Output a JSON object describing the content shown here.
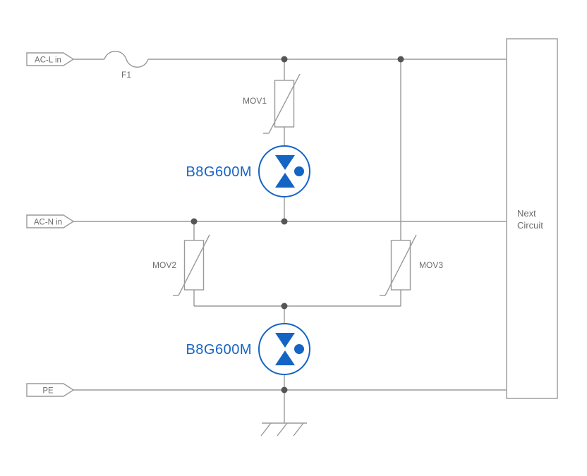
{
  "diagram": {
    "type": "circuit-schematic",
    "description": "AC input surge protection circuit with fuse, varistors and gas discharge tubes",
    "colors": {
      "line": "#9a9a9a",
      "text": "#6e6e6e",
      "dot": "#555555",
      "accent_blue": "#1464c4",
      "background": "#ffffff"
    },
    "ports": [
      {
        "label": "AC-L in"
      },
      {
        "label": "AC-N in"
      },
      {
        "label": "PE"
      }
    ],
    "fuse": {
      "label": "F1"
    },
    "varistors": [
      {
        "label": "MOV1"
      },
      {
        "label": "MOV2"
      },
      {
        "label": "MOV3"
      }
    ],
    "gdt": [
      {
        "label": "B8G600M"
      },
      {
        "label": "B8G600M"
      }
    ],
    "next_circuit": {
      "line1": "Next",
      "line2": "Circuit"
    }
  }
}
